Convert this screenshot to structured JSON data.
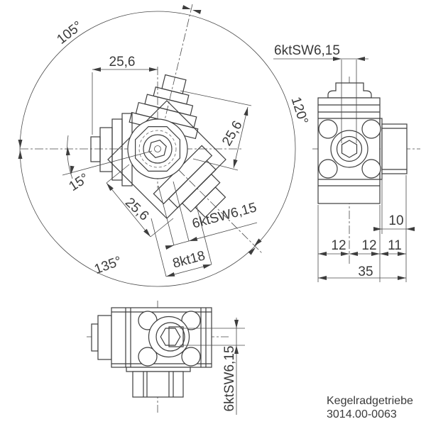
{
  "frontView": {
    "angle105": "105°",
    "angle120": "120°",
    "angle135": "135°",
    "angle15": "15°",
    "dimTopWidth": "25,6",
    "dimUpperShaft": "25,6",
    "dimLowerShaft": "25,6",
    "dimHexSocket": "6ktSW6,15",
    "dimOctagon": "8kt18"
  },
  "sideView": {
    "dimHexSocket": "6ktSW6,15",
    "dim10": "10",
    "dim12a": "12",
    "dim12b": "12",
    "dim11": "11",
    "dim35": "35"
  },
  "bottomView": {
    "dimHexSocket": "6ktSW6,15"
  },
  "titleBlock": {
    "name": "Kegelradgetriebe",
    "drawingNumber": "3014.00-0063"
  },
  "colors": {
    "background": "#ffffff",
    "line": "#3d3d3d",
    "text": "#3a3a3a"
  }
}
